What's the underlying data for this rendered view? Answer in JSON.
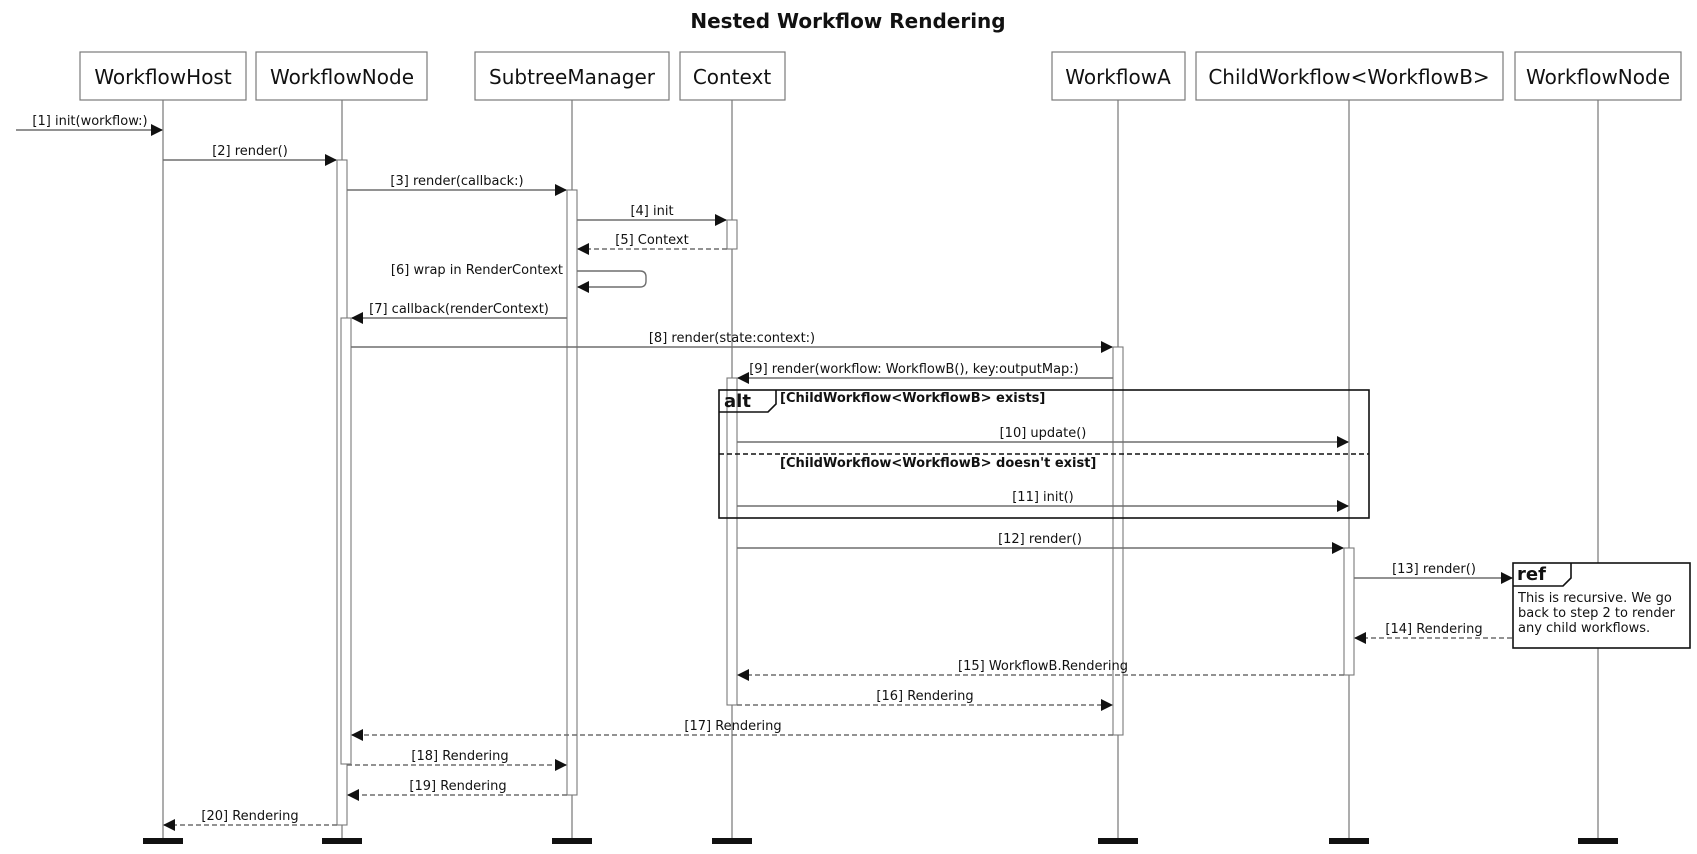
{
  "title": "Nested Workflow Rendering",
  "participants": [
    {
      "id": "host",
      "name": "WorkflowHost"
    },
    {
      "id": "node",
      "name": "WorkflowNode"
    },
    {
      "id": "subtree",
      "name": "SubtreeManager"
    },
    {
      "id": "context",
      "name": "Context"
    },
    {
      "id": "wfa",
      "name": "WorkflowA"
    },
    {
      "id": "child",
      "name": "ChildWorkflow<WorkflowB>"
    },
    {
      "id": "node2",
      "name": "WorkflowNode"
    }
  ],
  "messages": [
    {
      "n": 1,
      "label": "[1] init(workflow:)",
      "from": "external",
      "to": "host",
      "kind": "sync"
    },
    {
      "n": 2,
      "label": "[2] render()",
      "from": "host",
      "to": "node",
      "kind": "sync"
    },
    {
      "n": 3,
      "label": "[3] render(callback:)",
      "from": "node",
      "to": "subtree",
      "kind": "sync"
    },
    {
      "n": 4,
      "label": "[4] init",
      "from": "subtree",
      "to": "context",
      "kind": "sync"
    },
    {
      "n": 5,
      "label": "[5] Context",
      "from": "context",
      "to": "subtree",
      "kind": "return"
    },
    {
      "n": 6,
      "label": "[6] wrap in RenderContext",
      "from": "subtree",
      "to": "subtree",
      "kind": "self"
    },
    {
      "n": 7,
      "label": "[7] callback(renderContext)",
      "from": "subtree",
      "to": "node",
      "kind": "sync"
    },
    {
      "n": 8,
      "label": "[8] render(state:context:)",
      "from": "node",
      "to": "wfa",
      "kind": "sync"
    },
    {
      "n": 9,
      "label": "[9] render(workflow: WorkflowB(), key:outputMap:)",
      "from": "wfa",
      "to": "context",
      "kind": "sync"
    },
    {
      "n": 10,
      "label": "[10] update()",
      "from": "context",
      "to": "child",
      "kind": "sync"
    },
    {
      "n": 11,
      "label": "[11] init()",
      "from": "context",
      "to": "child",
      "kind": "sync"
    },
    {
      "n": 12,
      "label": "[12] render()",
      "from": "context",
      "to": "child",
      "kind": "sync"
    },
    {
      "n": 13,
      "label": "[13] render()",
      "from": "child",
      "to": "ref",
      "kind": "sync"
    },
    {
      "n": 14,
      "label": "[14] Rendering",
      "from": "ref",
      "to": "child",
      "kind": "return"
    },
    {
      "n": 15,
      "label": "[15] WorkflowB.Rendering",
      "from": "child",
      "to": "context",
      "kind": "return"
    },
    {
      "n": 16,
      "label": "[16] Rendering",
      "from": "context",
      "to": "wfa",
      "kind": "return"
    },
    {
      "n": 17,
      "label": "[17] Rendering",
      "from": "wfa",
      "to": "node",
      "kind": "return"
    },
    {
      "n": 18,
      "label": "[18] Rendering",
      "from": "node",
      "to": "subtree",
      "kind": "return"
    },
    {
      "n": 19,
      "label": "[19] Rendering",
      "from": "subtree",
      "to": "node",
      "kind": "return"
    },
    {
      "n": 20,
      "label": "[20] Rendering",
      "from": "node",
      "to": "host",
      "kind": "return"
    }
  ],
  "alt_frame": {
    "keyword": "alt",
    "guard1": "[ChildWorkflow<WorkflowB> exists]",
    "guard2": "[ChildWorkflow<WorkflowB> doesn't exist]"
  },
  "ref_note": {
    "keyword": "ref",
    "lines": [
      "This is recursive. We go",
      "back to step 2 to render",
      "any child workflows."
    ]
  }
}
